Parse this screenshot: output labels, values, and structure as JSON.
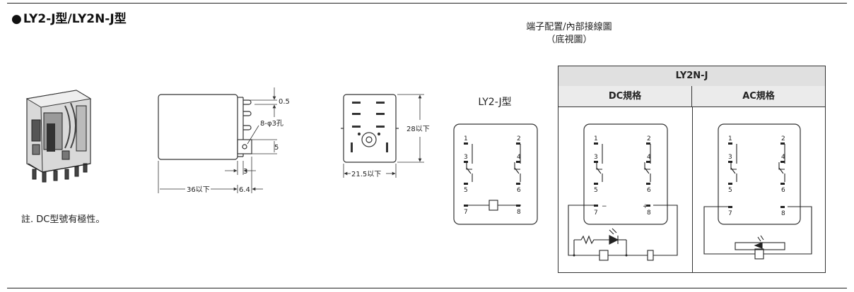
{
  "title": "LY2-J型/LY2N-J型",
  "note": "註. DC型號有極性。",
  "terminal_section": {
    "title_line1": "端子配置/內部接線圖",
    "title_line2": "（底視圖）"
  },
  "ly2j_label": "LY2-J型",
  "table": {
    "header": "LY2N-J",
    "dc_label": "DC規格",
    "ac_label": "AC規格"
  },
  "dimensions": {
    "d_0_5": "0.5",
    "d_hole": "8-φ3孔",
    "d_5": "5",
    "d_3": "3",
    "d_36": "36以下",
    "d_6_4": "6.4",
    "d_28": "28以下",
    "d_21_5": "21.5以下"
  },
  "terminals": {
    "t1": "1",
    "t2": "2",
    "t3": "3",
    "t4": "4",
    "t5": "5",
    "t6": "6",
    "t7": "7",
    "t8": "8"
  },
  "polarity": {
    "minus": "−",
    "plus": "+"
  }
}
